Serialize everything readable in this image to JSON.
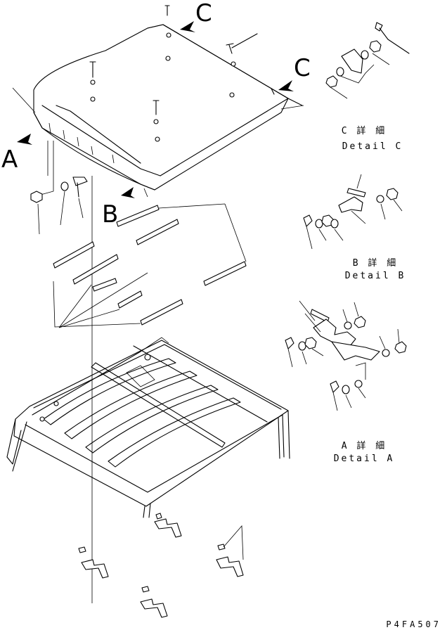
{
  "view_labels": {
    "a": "A",
    "b": "B",
    "c1": "C",
    "c2": "C"
  },
  "details": {
    "c": {
      "title": "C 詳 細",
      "subtitle": "Detail C"
    },
    "b": {
      "title": "B 詳 細",
      "subtitle": "Detail B"
    },
    "a": {
      "title": "A 詳 細",
      "subtitle": "Detail A"
    }
  },
  "drawing_code": "P4FA507"
}
